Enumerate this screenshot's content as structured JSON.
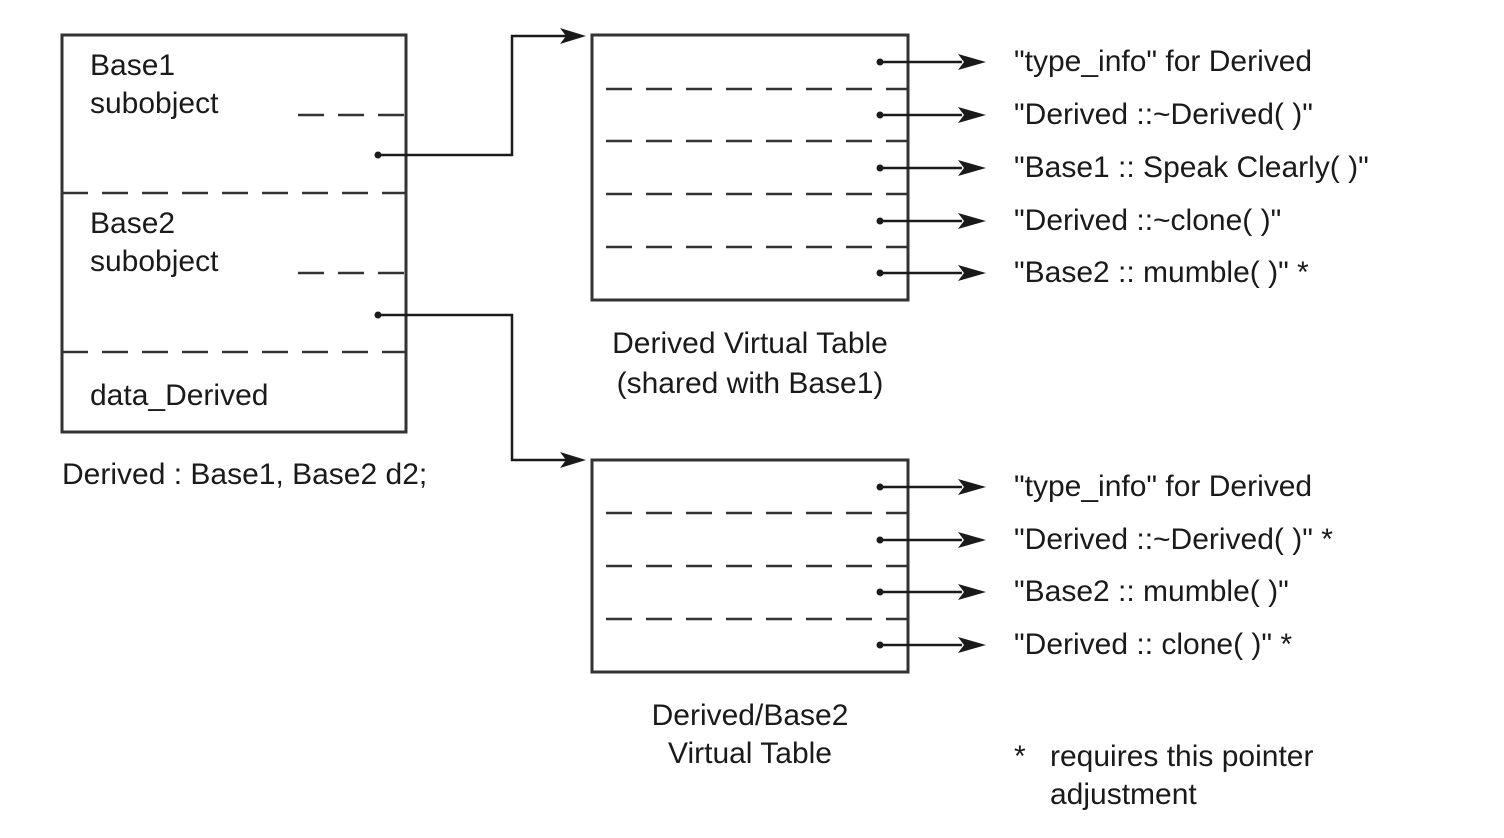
{
  "object": {
    "base1_line1": "Base1",
    "base1_line2": "subobject",
    "base2_line1": "Base2",
    "base2_line2": "subobject",
    "data_member": "data_Derived",
    "caption": "Derived : Base1, Base2 d2;"
  },
  "vtable1": {
    "entries": [
      "\"type_info\" for Derived",
      "\"Derived ::~Derived( )\"",
      "\"Base1 :: Speak Clearly( )\"",
      "\"Derived ::~clone( )\"",
      "\"Base2 :: mumble( )\"  *"
    ],
    "caption_line1": "Derived Virtual Table",
    "caption_line2": "(shared with Base1)"
  },
  "vtable2": {
    "entries": [
      "\"type_info\" for Derived",
      "\"Derived ::~Derived( )\"  *",
      "\"Base2 :: mumble( )\"",
      "\"Derived :: clone( )\"  *"
    ],
    "caption_line1": "Derived/Base2",
    "caption_line2": "Virtual Table"
  },
  "legend": {
    "star": "*",
    "line1": "requires this pointer",
    "line2": "adjustment"
  }
}
